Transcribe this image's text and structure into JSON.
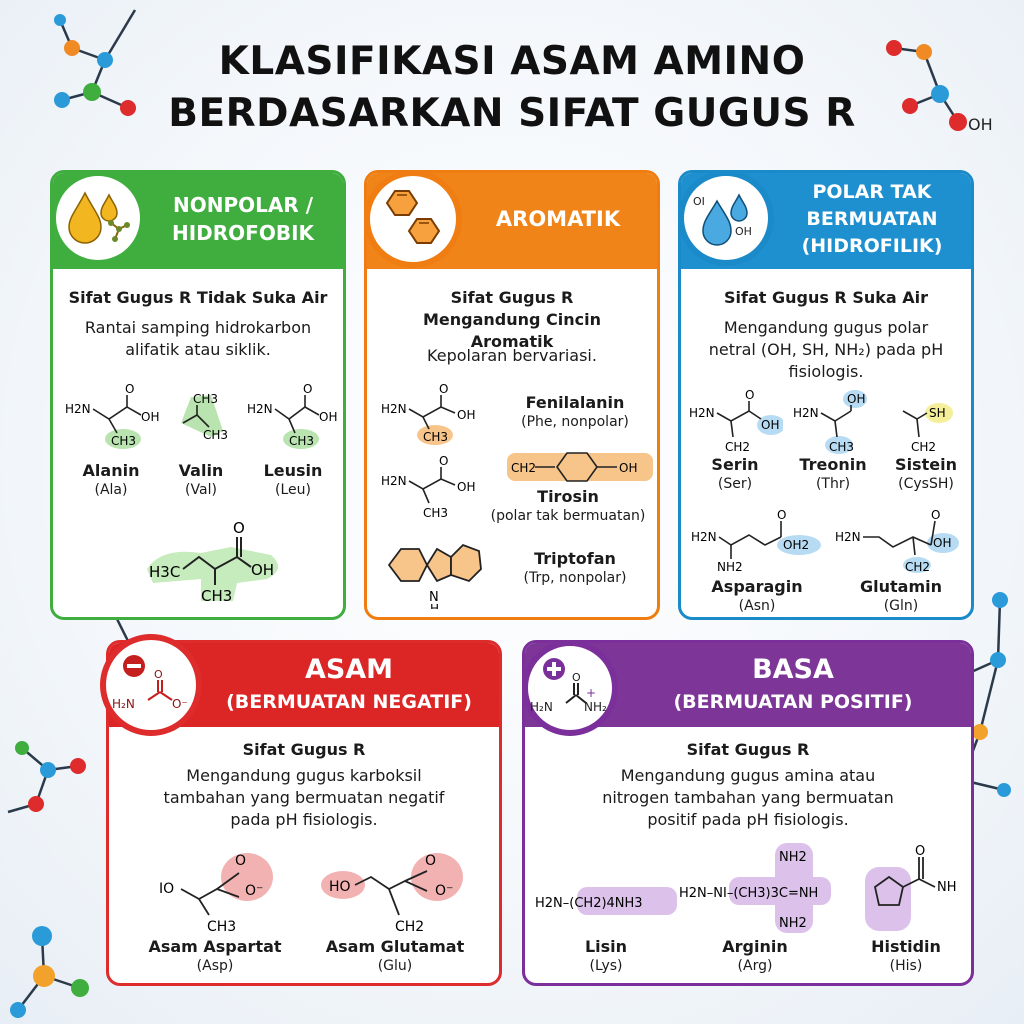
{
  "title": {
    "line1": "KLASIFIKASI ASAM AMINO",
    "line2": "BERDASARKAN SIFAT GUGUS R"
  },
  "deco": {
    "oh_label": "OH"
  },
  "colors": {
    "nonpolar": "#3fae3f",
    "aromatik": "#ef7d12",
    "polar": "#1a8ac9",
    "asam": "#de2b2b",
    "basa": "#7b2f9a"
  },
  "cards": {
    "nonpolar": {
      "title": "NONPOLAR / HIDROFOBIK",
      "icon": "oil-droplets-icon",
      "subtitle": "Sifat Gugus R Tidak Suka Air",
      "desc": "Rantai samping hidrokarbon alifatik atau siklik.",
      "molecules": [
        {
          "name": "Alanin",
          "abbr": "(Ala)"
        },
        {
          "name": "Valin",
          "abbr": "(Val)"
        },
        {
          "name": "Leusin",
          "abbr": "(Leu)"
        }
      ],
      "labels": {
        "h2n": "H2N",
        "oh": "OH",
        "o": "O",
        "ch3": "CH3",
        "h3c": "H3C"
      }
    },
    "aromatik": {
      "title": "AROMATIK",
      "icon": "benzene-rings-icon",
      "subtitle": "Sifat Gugus R Mengandung Cincin Aromatik",
      "desc": "Kepolaran bervariasi.",
      "molecules": [
        {
          "name": "Fenilalanin",
          "abbr": "(Phe, nonpolar)"
        },
        {
          "name": "Tirosin",
          "abbr": "(polar tak bermuatan)"
        },
        {
          "name": "Triptofan",
          "abbr": "(Trp, nonpolar)"
        }
      ],
      "labels": {
        "h2n": "H2N",
        "oh": "OH",
        "o": "O",
        "ch3": "CH3",
        "ch2": "CH2",
        "n": "N",
        "h": "H"
      }
    },
    "polar": {
      "title": "POLAR TAK BERMUATAN (HIDROFILIK)",
      "icon": "water-droplets-icon",
      "icon_labels": [
        "OI",
        "OH"
      ],
      "subtitle": "Sifat Gugus R Suka Air",
      "desc": "Mengandung gugus polar netral (OH, SH, NH₂) pada pH fisiologis.",
      "molecules": [
        {
          "name": "Serin",
          "abbr": "(Ser)"
        },
        {
          "name": "Treonin",
          "abbr": "(Thr)"
        },
        {
          "name": "Sistein",
          "abbr": "(CysSH)"
        },
        {
          "name": "Asparagin",
          "abbr": "(Asn)"
        },
        {
          "name": "Glutamin",
          "abbr": "(Gln)"
        }
      ],
      "labels": {
        "h2n": "H2N",
        "oh": "OH",
        "o": "O",
        "ch2": "CH2",
        "ch3": "CH3",
        "sh": "SH",
        "nh2": "NH2",
        "oh2": "OH2"
      }
    },
    "asam": {
      "title": "ASAM",
      "subtitle_header": "(BERMUATAN NEGATIF)",
      "icon": "minus-charge-icon",
      "icon_formula": "H₂N–C(=O)–O⁻",
      "subtitle": "Sifat Gugus R",
      "desc": "Mengandung gugus karboksil tambahan yang bermuatan negatif pada pH fisiologis.",
      "molecules": [
        {
          "name": "Asam Aspartat",
          "abbr": "(Asp)"
        },
        {
          "name": "Asam Glutamat",
          "abbr": "(Glu)"
        }
      ],
      "labels": {
        "io": "IO",
        "ho": "HO",
        "o": "O",
        "om": "O⁻",
        "ch3": "CH3",
        "ch2": "CH2"
      }
    },
    "basa": {
      "title": "BASA",
      "subtitle_header": "(BERMUATAN POSITIF)",
      "icon": "plus-charge-icon",
      "icon_formula": "H₂N–C(=O)–NH₂⁺",
      "subtitle": "Sifat Gugus R",
      "desc": "Mengandung gugus amina atau nitrogen tambahan yang bermuatan positif pada pH fisiologis.",
      "molecules": [
        {
          "name": "Lisin",
          "abbr": "(Lys)"
        },
        {
          "name": "Arginin",
          "abbr": "(Arg)"
        },
        {
          "name": "Histidin",
          "abbr": "(His)"
        }
      ],
      "labels": {
        "lys": "H2N–(CH2)4NH3",
        "arg": "H2N–NI–(CH3)3C=NH",
        "nh2": "NH2",
        "nh": "NH",
        "o": "O"
      }
    }
  }
}
